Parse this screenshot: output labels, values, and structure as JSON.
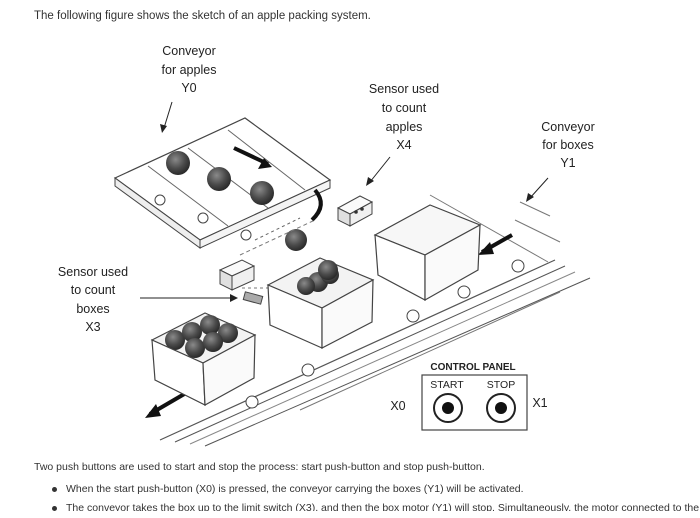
{
  "intro_text": "The following figure shows the sketch of an apple packing system.",
  "figure": {
    "conveyor_apples": [
      "Conveyor",
      "for apples",
      "Y0"
    ],
    "sensor_apples": [
      "Sensor used",
      "to count",
      "apples",
      "X4"
    ],
    "conveyor_boxes": [
      "Conveyor",
      "for boxes",
      "Y1"
    ],
    "sensor_boxes": [
      "Sensor used",
      "to count",
      "boxes",
      "X3"
    ],
    "control_panel": {
      "title": "CONTROL PANEL",
      "start_label": "START",
      "stop_label": "STOP",
      "start_input": "X0",
      "stop_input": "X1"
    }
  },
  "description": "Two push buttons are used to start and stop the process: start push-button and stop push-button.",
  "bullets": [
    "When the start push-button (X0) is pressed, the conveyor carrying the boxes (Y1) will be activated.",
    "The conveyor takes the box up to the limit switch (X3), and then the box motor (Y1) will stop. Simultaneously, the motor connected to the"
  ]
}
